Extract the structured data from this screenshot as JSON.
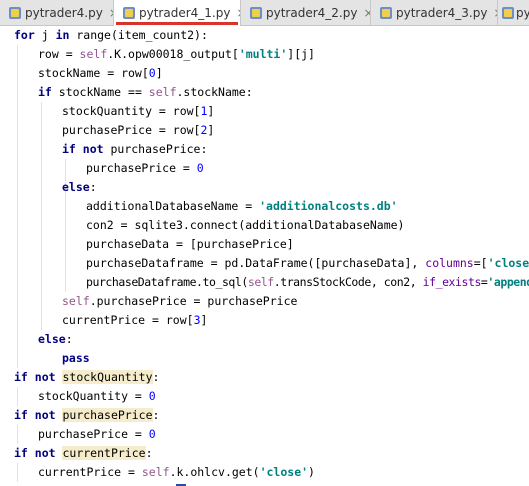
{
  "tabs": [
    {
      "label": "pytrader4.py",
      "active": false,
      "closable": true
    },
    {
      "label": "pytrader4_1.py",
      "active": true,
      "closable": true
    },
    {
      "label": "pytrader4_2.py",
      "active": false,
      "closable": true
    },
    {
      "label": "pytrader4_3.py",
      "active": false,
      "closable": true
    },
    {
      "label": "py",
      "active": false,
      "closable": false
    }
  ],
  "tab_close_glyph": "×",
  "code": {
    "l1": {
      "a": "for",
      "b": " j ",
      "c": "in",
      "d": " range(item_count2):"
    },
    "l2": {
      "a": "row = ",
      "b": "self",
      "c": ".K.opw00018_output[",
      "d": "'multi'",
      "e": "][j]"
    },
    "l3": {
      "a": "stockName = row[",
      "b": "0",
      "c": "]"
    },
    "l4": {
      "a": "if",
      "b": " stockName == ",
      "c": "self",
      "d": ".stockName:"
    },
    "l5": {
      "a": "stockQuantity = row[",
      "b": "1",
      "c": "]"
    },
    "l6": {
      "a": "purchasePrice = row[",
      "b": "2",
      "c": "]"
    },
    "l7": {
      "a": "if not",
      "b": " purchasePrice:"
    },
    "l8": {
      "a": "purchasePrice = ",
      "b": "0"
    },
    "l9": {
      "a": "else",
      "b": ":"
    },
    "l10": {
      "a": "additionalDatabaseName = ",
      "b": "'additionalcosts.db'"
    },
    "l11": {
      "a": "con2 = sqlite3.connect(additionalDatabaseName)"
    },
    "l12": {
      "a": "purchaseData = [purchasePrice]"
    },
    "l13": {
      "a": "purchaseDataframe = pd.DataFrame([purchaseData], ",
      "b": "columns",
      "c": "=[",
      "d": "'close'",
      "e": "])"
    },
    "l14": {
      "a": "purchaseDataframe.to_sql(",
      "b": "self",
      "c": ".transStockCode, con2, ",
      "d": "if_exists",
      "e": "=",
      "f": "'append'",
      "g": ")"
    },
    "l15": {
      "a": "self",
      "b": ".purchasePrice = purchasePrice"
    },
    "l16": {
      "a": "currentPrice = row[",
      "b": "3",
      "c": "]"
    },
    "l17": {
      "a": "else",
      "b": ":"
    },
    "l18": {
      "a": "pass"
    },
    "l19": {
      "a": "if not",
      "b": " ",
      "c": "stockQuantity",
      "d": ":"
    },
    "l20": {
      "a": "stockQuantity = ",
      "b": "0"
    },
    "l21": {
      "a": "if not",
      "b": " ",
      "c": "purchasePrice",
      "d": ":"
    },
    "l22": {
      "a": "purchasePrice = ",
      "b": "0"
    },
    "l23": {
      "a": "if not",
      "b": " ",
      "c": "currentPrice",
      "d": ":"
    },
    "l24": {
      "a": "currentPrice = ",
      "b": "self",
      "c": ".k.ohlcv.get(",
      "d": "'close'",
      "e": ")"
    }
  },
  "colors": {
    "keyword": "#000080",
    "self": "#94558d",
    "string": "#008080",
    "number": "#0000ff",
    "kwarg": "#660099",
    "highlight": "#f5eccc",
    "active_tab_underline": "#d9342b"
  },
  "icons": {
    "tab_file_icon": "python-file-icon"
  }
}
